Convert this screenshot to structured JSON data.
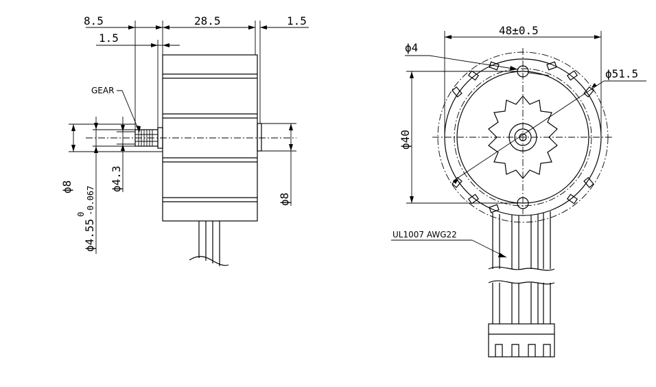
{
  "side_view": {
    "dim_gear_length": "8.5",
    "dim_body_length": "28.5",
    "dim_rear_boss": "1.5",
    "dim_flange": "1.5",
    "label_gear": "GEAR",
    "dim_boss_left": "ϕ8",
    "dim_gear_dia": "ϕ4.55",
    "dim_gear_tol_upper": "0",
    "dim_gear_tol_lower": "-0.067",
    "dim_gear_root": "ϕ4.3",
    "dim_boss_right": "ϕ8"
  },
  "front_view": {
    "dim_body_dia": "48±0.5",
    "dim_hole_dia": "ϕ4",
    "dim_mount_circle": "ϕ51.5",
    "dim_hole_spacing": "ϕ40",
    "label_wire": "UL1007  AWG22"
  }
}
